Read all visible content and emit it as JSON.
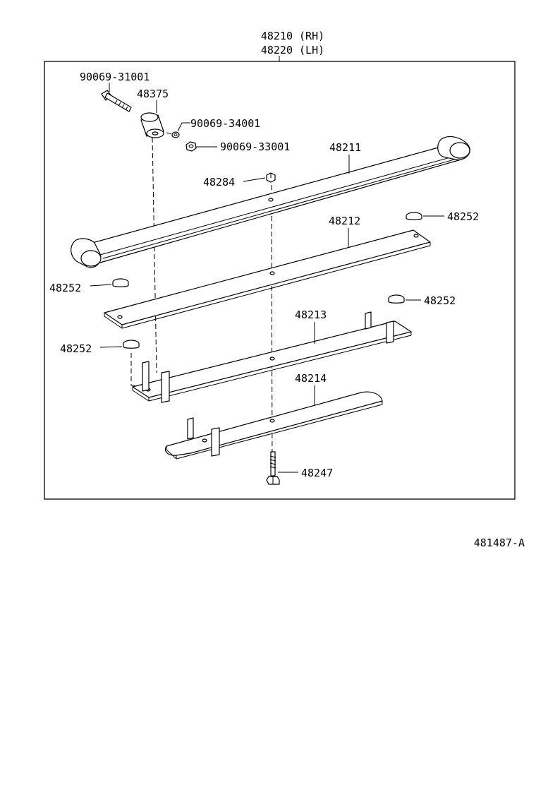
{
  "diagram": {
    "assembly_labels": [
      "48210 (RH)",
      "48220 (LH)"
    ],
    "figure_code": "481487-A",
    "callouts": {
      "bolt_90069_31001": "90069-31001",
      "bushing_48375": "48375",
      "washer_90069_34001": "90069-34001",
      "nut_90069_33001": "90069-33001",
      "leaf_48211": "48211",
      "nut_48284": "48284",
      "leaf_48212": "48212",
      "insert_48252_upper_right": "48252",
      "insert_48252_left": "48252",
      "insert_48252_right": "48252",
      "leaf_48213": "48213",
      "insert_48252_lower_left": "48252",
      "leaf_48214": "48214",
      "center_bolt_48247": "48247"
    }
  }
}
